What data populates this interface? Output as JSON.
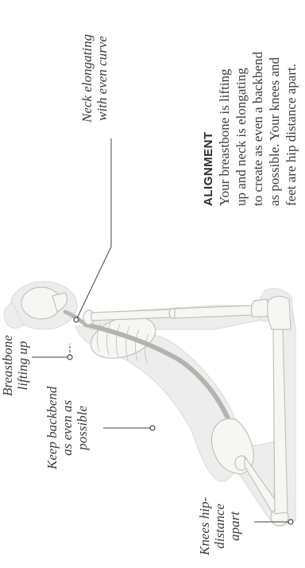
{
  "labels": {
    "neck": [
      "Neck elongating",
      "with even curve"
    ],
    "breastbone": [
      "Breastbone",
      "lifting up"
    ],
    "backbend": [
      "Keep backbend",
      "as even as",
      "possible"
    ],
    "knees": [
      "Knees hip-",
      "distance",
      "apart"
    ]
  },
  "alignment": {
    "heading": "ALIGNMENT",
    "lines": [
      "Your breastbone is lifting",
      "up and neck is elongating",
      "to create as even a backbend",
      "as possible. Your knees and",
      "feet are hip distance apart."
    ]
  },
  "colors": {
    "silhouette": "#e9e9e9",
    "bone": "#f4f4f1",
    "bone_outline": "#c9c9c4",
    "leader_line": "#444444",
    "text": "#3a3a3a"
  }
}
